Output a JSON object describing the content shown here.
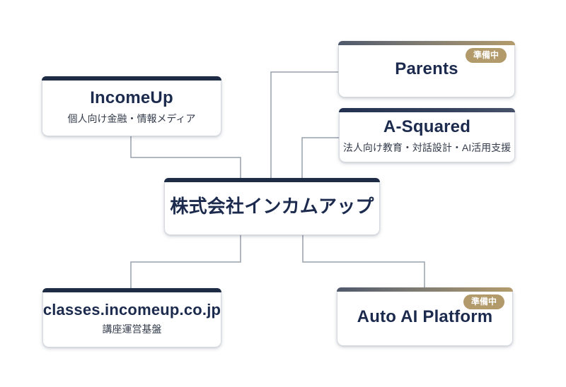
{
  "page": {
    "background": "#ffffff",
    "type": "organization-structure-diagram"
  },
  "colors": {
    "navy": "#1d2b45",
    "title_text": "#1b2a4d",
    "subtitle_text": "#333b4b",
    "badge_gold": "#b29a6b",
    "connector_line": "#98a0ab",
    "card_border": "#d6dae0"
  },
  "nodes": {
    "center": {
      "title": "株式会社インカムアップ"
    },
    "incomeup": {
      "title": "IncomeUp",
      "subtitle": "個人向け金融・情報メディア"
    },
    "parents": {
      "title": "Parents",
      "badge": "準備中"
    },
    "asquared": {
      "title": "A-Squared",
      "subtitle": "法人向け教育・対話設計・AI活用支援"
    },
    "classes": {
      "title": "classes.incomeup.co.jp",
      "subtitle": "講座運営基盤"
    },
    "autoai": {
      "title": "Auto AI Platform",
      "badge": "準備中"
    }
  }
}
